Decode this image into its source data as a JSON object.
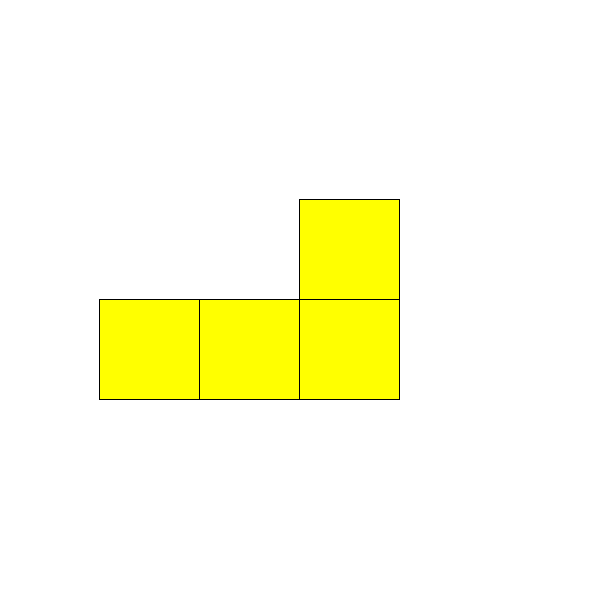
{
  "diagram": {
    "shape": "L-tetromino",
    "cell_count": 4,
    "cells": [
      {
        "row": 0,
        "col": 2
      },
      {
        "row": 1,
        "col": 0
      },
      {
        "row": 1,
        "col": 1
      },
      {
        "row": 1,
        "col": 2
      }
    ],
    "fill_color": "#ffff00",
    "stroke_color": "#000000",
    "background_color": "#ffffff"
  }
}
